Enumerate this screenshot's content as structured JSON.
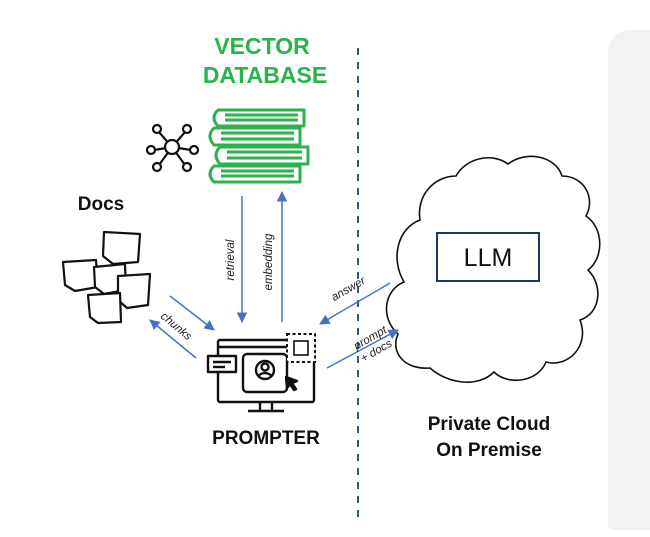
{
  "vector_database": {
    "line1": "VECTOR",
    "line2": "DATABASE"
  },
  "docs": {
    "label": "Docs"
  },
  "prompter": {
    "label": "PROMPTER"
  },
  "llm": {
    "label": "LLM"
  },
  "private_cloud": {
    "line1": "Private Cloud",
    "line2": "On Premise"
  },
  "arrows": {
    "retrieval": "retrieval",
    "embedding": "embedding",
    "chunks": "chunks",
    "answer": "answer",
    "prompt": "prompt",
    "docs": "+ docs"
  },
  "colors": {
    "green": "#2bb24c",
    "arrow_blue": "#4472c4",
    "divider_blue": "#2f5597",
    "llm_box": "#203864",
    "black": "#111111"
  },
  "icons": {
    "network": "network-graph-icon",
    "books": "stacked-books-icon",
    "notes": "sticky-notes-icon",
    "monitor": "monitor-user-icon",
    "cloud": "cloud-icon"
  }
}
